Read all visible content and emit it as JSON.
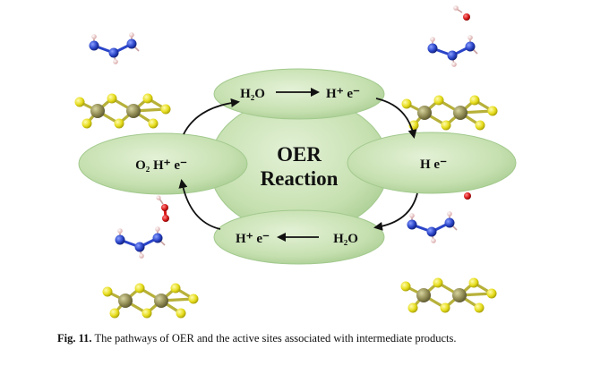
{
  "center": {
    "line1": "OER",
    "line2": "Reaction"
  },
  "nodes": {
    "top": {
      "left": "H₂O",
      "right": "H⁺ e⁻"
    },
    "right": {
      "text": "H e⁻"
    },
    "bottom": {
      "left": "H⁺ e⁻",
      "right": "H₂O"
    },
    "left": {
      "text": "O₂ H⁺ e⁻"
    }
  },
  "caption": {
    "label": "Fig. 11.",
    "text": " The pathways of OER and the active sites associated with intermediate products."
  },
  "colors": {
    "ellipse_fill": "#c9e2b4",
    "ellipse_edge": "#9fc589",
    "sulfur": "#e4dc18",
    "metal": "#8f8a52",
    "nitrogen": "#2a44c8",
    "hydrogen": "#f2c8c8",
    "oxygen": "#d81818"
  }
}
